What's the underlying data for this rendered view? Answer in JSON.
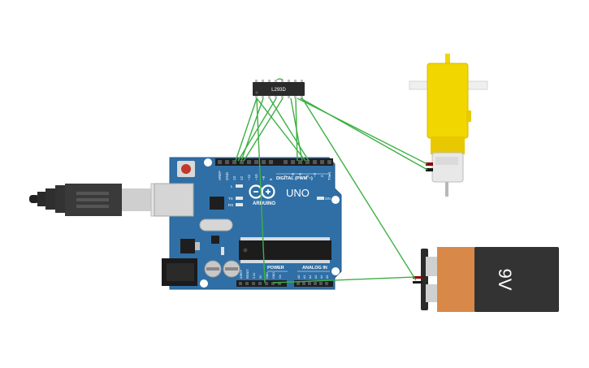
{
  "circuit": {
    "chip": {
      "label": "L293D"
    },
    "arduino": {
      "brand": "ARDUINO",
      "model": "UNO",
      "digital_label": "DIGITAL (PWM ~)",
      "power_label": "POWER",
      "analog_label": "ANALOG IN",
      "on_label": "ON",
      "led_l": "L",
      "led_tx": "TX",
      "led_rx": "RX",
      "digital_pins": [
        "AREF",
        "GND",
        "13",
        "12",
        "~11",
        "~10",
        "~9",
        "8",
        "7",
        "~6",
        "~5",
        "4",
        "~3",
        "2",
        "TX▸1",
        "RX◂0"
      ],
      "power_pins": [
        "IOREF",
        "RESET",
        "3.3V",
        "5V",
        "GND",
        "GND",
        "Vin"
      ],
      "analog_pins": [
        "A0",
        "A1",
        "A2",
        "A3",
        "A4",
        "A5"
      ]
    },
    "battery": {
      "label": "9V"
    },
    "colors": {
      "board": "#2f6fa6",
      "wire": "#3cb043",
      "chip": "#2b2b2b",
      "motor": "#f2d600",
      "battery_body": "#333333",
      "battery_band": "#d8894a"
    }
  }
}
